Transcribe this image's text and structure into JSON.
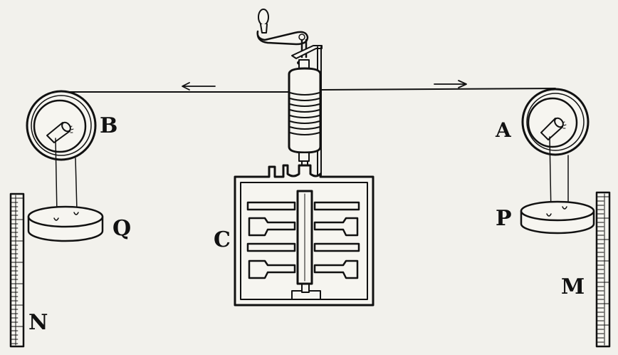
{
  "labels": {
    "a": "A",
    "b": "B",
    "c": "C",
    "m": "M",
    "n": "N",
    "p": "P",
    "q": "Q"
  },
  "colors": {
    "ink": "#111111",
    "paper": "#f2f1ec"
  }
}
